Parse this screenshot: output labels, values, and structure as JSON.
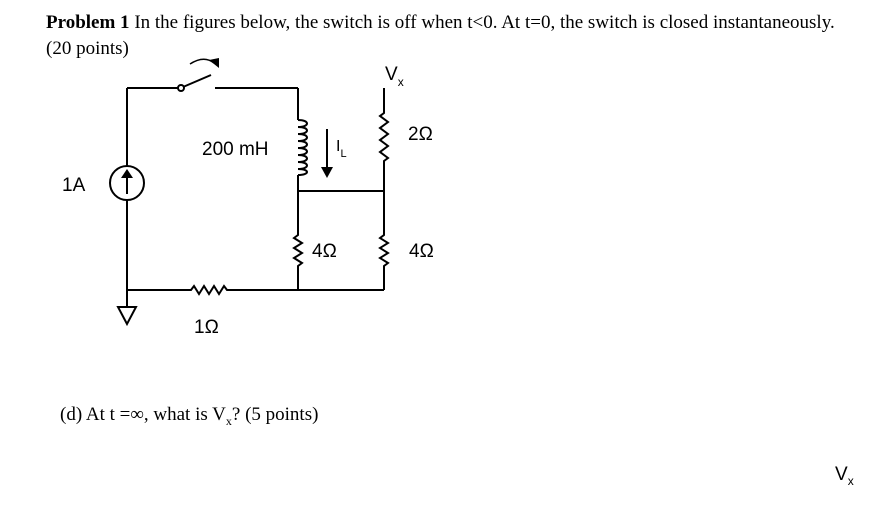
{
  "problem": {
    "heading": "Problem 1",
    "text": " In the figures below, the switch is off when t<0. At t=0, the switch is closed instantaneously. (20 points)"
  },
  "circuit": {
    "source_label": "1A",
    "inductor_label": "200 mH",
    "current_label": "I",
    "current_sub": "L",
    "r_top_right": "2Ω",
    "r_mid": "4Ω",
    "r_right": "4Ω",
    "r_bottom": "1Ω",
    "vx_label": "V",
    "vx_sub": "x"
  },
  "question": {
    "prefix": "(d) At t =∞, what is V",
    "sub": "x",
    "suffix": "? (5 points)"
  },
  "corner": {
    "label": "V",
    "sub": "x"
  }
}
